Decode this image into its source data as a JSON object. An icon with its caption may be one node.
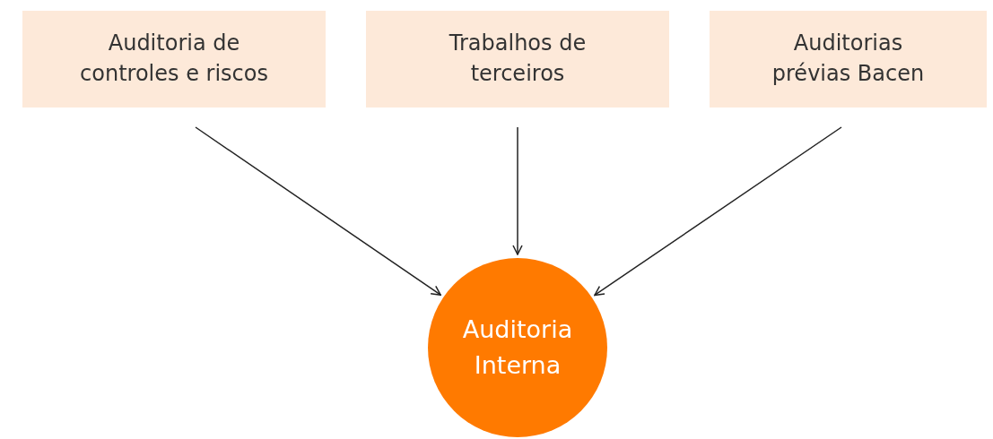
{
  "diagram": {
    "nodes": [
      {
        "text": [
          "Auditoria de controles e riscos"
        ]
      },
      {
        "text": [
          "Trabalhos de terceiros"
        ]
      },
      {
        "text": [
          "Auditorias prévias Bacen"
        ]
      },
      {
        "text": [
          "Auditoria Interna"
        ]
      }
    ],
    "edges": [
      {
        "from": 0,
        "to": 3,
        "arrow": "to"
      },
      {
        "from": 1,
        "to": 3,
        "arrow": "to"
      },
      {
        "from": 2,
        "to": 3,
        "arrow": "to"
      }
    ]
  }
}
